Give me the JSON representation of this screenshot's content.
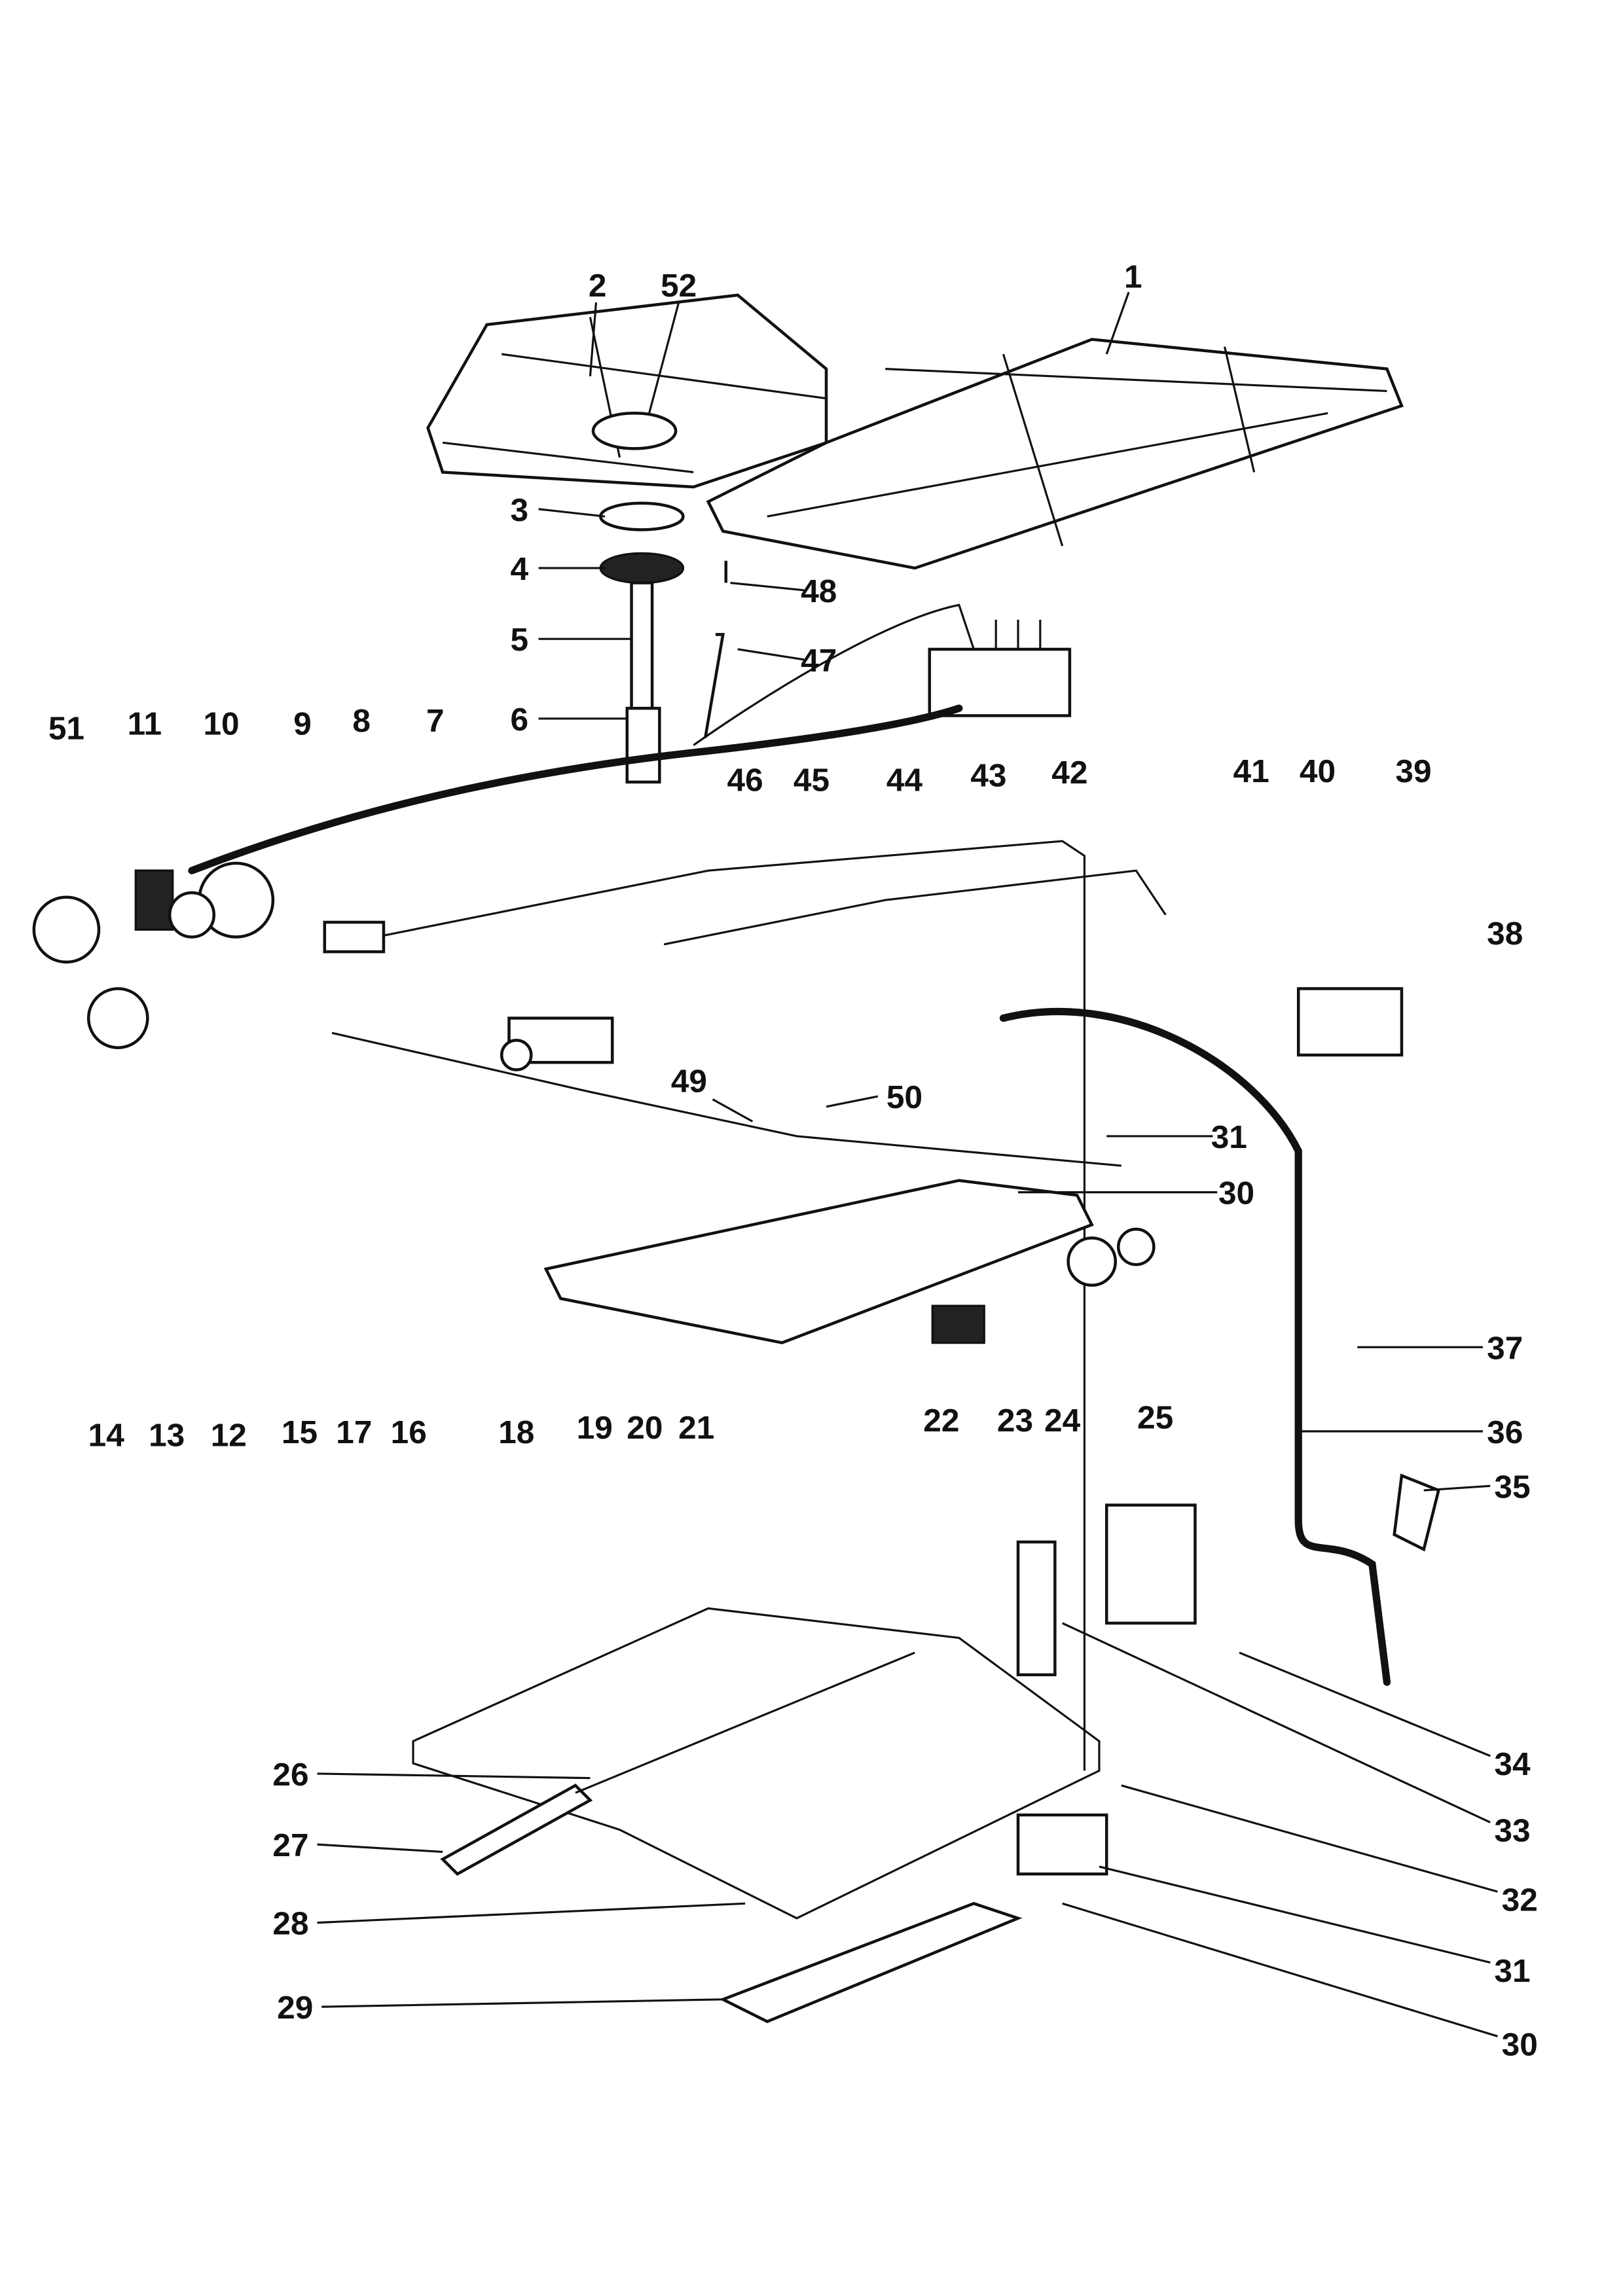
{
  "diagram_title": "",
  "callouts": [
    "1",
    "2",
    "52",
    "3",
    "4",
    "48",
    "5",
    "47",
    "6",
    "42",
    "51",
    "11",
    "10",
    "9",
    "8",
    "7",
    "46",
    "45",
    "44",
    "43",
    "41",
    "40",
    "39",
    "38",
    "49",
    "50",
    "31",
    "30",
    "14",
    "13",
    "12",
    "15",
    "17",
    "16",
    "18",
    "19",
    "20",
    "21",
    "22",
    "23",
    "24",
    "25",
    "37",
    "36",
    "35",
    "34",
    "33",
    "26",
    "32",
    "27",
    "31",
    "28",
    "29",
    "30"
  ]
}
